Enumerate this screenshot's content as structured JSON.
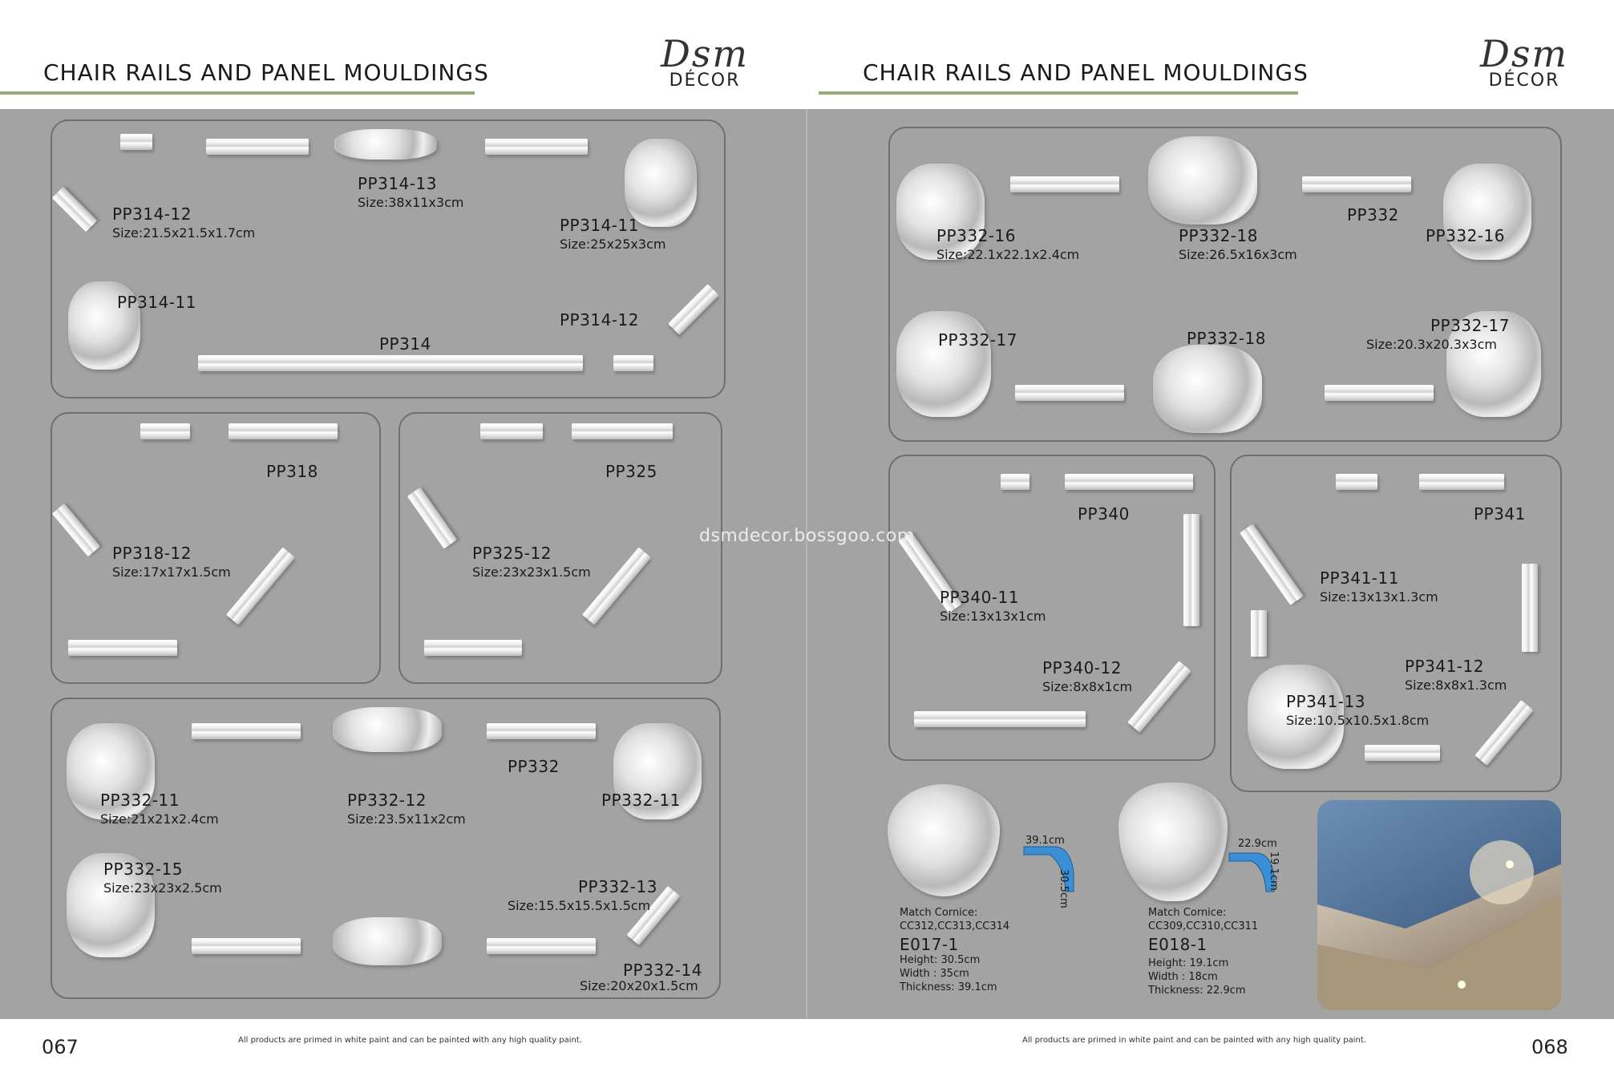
{
  "left_page": {
    "header_title": "CHAIR RAILS AND PANEL MOULDINGS",
    "logo_script": "Dsm",
    "logo_text": "DÉCOR",
    "page_number": "067",
    "footer_note": "All products are primed in white paint and can be painted with any high quality paint.",
    "panels": {
      "pp314": {
        "labels": [
          "PP314-12",
          "PP314-13",
          "PP314-11",
          "PP314-11",
          "PP314-12",
          "PP314"
        ],
        "sizes": [
          "Size:21.5x21.5x1.7cm",
          "Size:38x11x3cm",
          "Size:25x25x3cm"
        ]
      },
      "pp318": {
        "labels": [
          "PP318",
          "PP318-12"
        ],
        "sizes": [
          "Size:17x17x1.5cm"
        ]
      },
      "pp325": {
        "labels": [
          "PP325",
          "PP325-12"
        ],
        "sizes": [
          "Size:23x23x1.5cm"
        ]
      },
      "pp332": {
        "labels": [
          "PP332",
          "PP332-11",
          "PP332-12",
          "PP332-11",
          "PP332-15",
          "PP332-13",
          "PP332-14"
        ],
        "sizes": [
          "Size:21x21x2.4cm",
          "Size:23.5x11x2cm",
          "Size:23x23x2.5cm",
          "Size:15.5x15.5x1.5cm",
          "Size:20x20x1.5cm"
        ]
      }
    }
  },
  "right_page": {
    "header_title": "CHAIR RAILS AND PANEL MOULDINGS",
    "logo_script": "Dsm",
    "logo_text": "DÉCOR",
    "page_number": "068",
    "footer_note": "All products are primed in white paint and can be painted with any high quality paint.",
    "watermark": "dsmdecor.bossgoo.com",
    "panels": {
      "pp332": {
        "labels": [
          "PP332-16",
          "PP332-18",
          "PP332",
          "PP332-16",
          "PP332-17",
          "PP332-18",
          "PP332-17"
        ],
        "sizes": [
          "Size:22.1x22.1x2.4cm",
          "Size:26.5x16x3cm",
          "Size:20.3x20.3x3cm"
        ]
      },
      "pp340": {
        "labels": [
          "PP340",
          "PP340-11",
          "PP340-12"
        ],
        "sizes": [
          "Size:13x13x1cm",
          "Size:8x8x1cm"
        ]
      },
      "pp341": {
        "labels": [
          "PP341",
          "PP341-11",
          "PP341-12",
          "PP341-13"
        ],
        "sizes": [
          "Size:13x13x1.3cm",
          "Size:8x8x1.3cm",
          "Size:10.5x10.5x1.8cm"
        ]
      }
    },
    "products": [
      {
        "code": "E017-1",
        "match_label": "Match Cornice:",
        "match_codes": "CC312,CC313,CC314",
        "height": "Height: 30.5cm",
        "width": "Width  : 35cm",
        "thickness": "Thickness: 39.1cm",
        "dim_horizontal": "39.1cm",
        "dim_vertical": "30.5cm"
      },
      {
        "code": "E018-1",
        "match_label": "Match Cornice:",
        "match_codes": "CC309,CC310,CC311",
        "height": "Height: 19.1cm",
        "width": "Width  : 18cm",
        "thickness": "Thickness: 22.9cm",
        "dim_horizontal": "22.9cm",
        "dim_vertical": "19.1cm"
      }
    ]
  },
  "colors": {
    "background_gray": "#a3a3a3",
    "accent_rule": "#9aaa7a",
    "panel_border": "#6f6f6f"
  }
}
